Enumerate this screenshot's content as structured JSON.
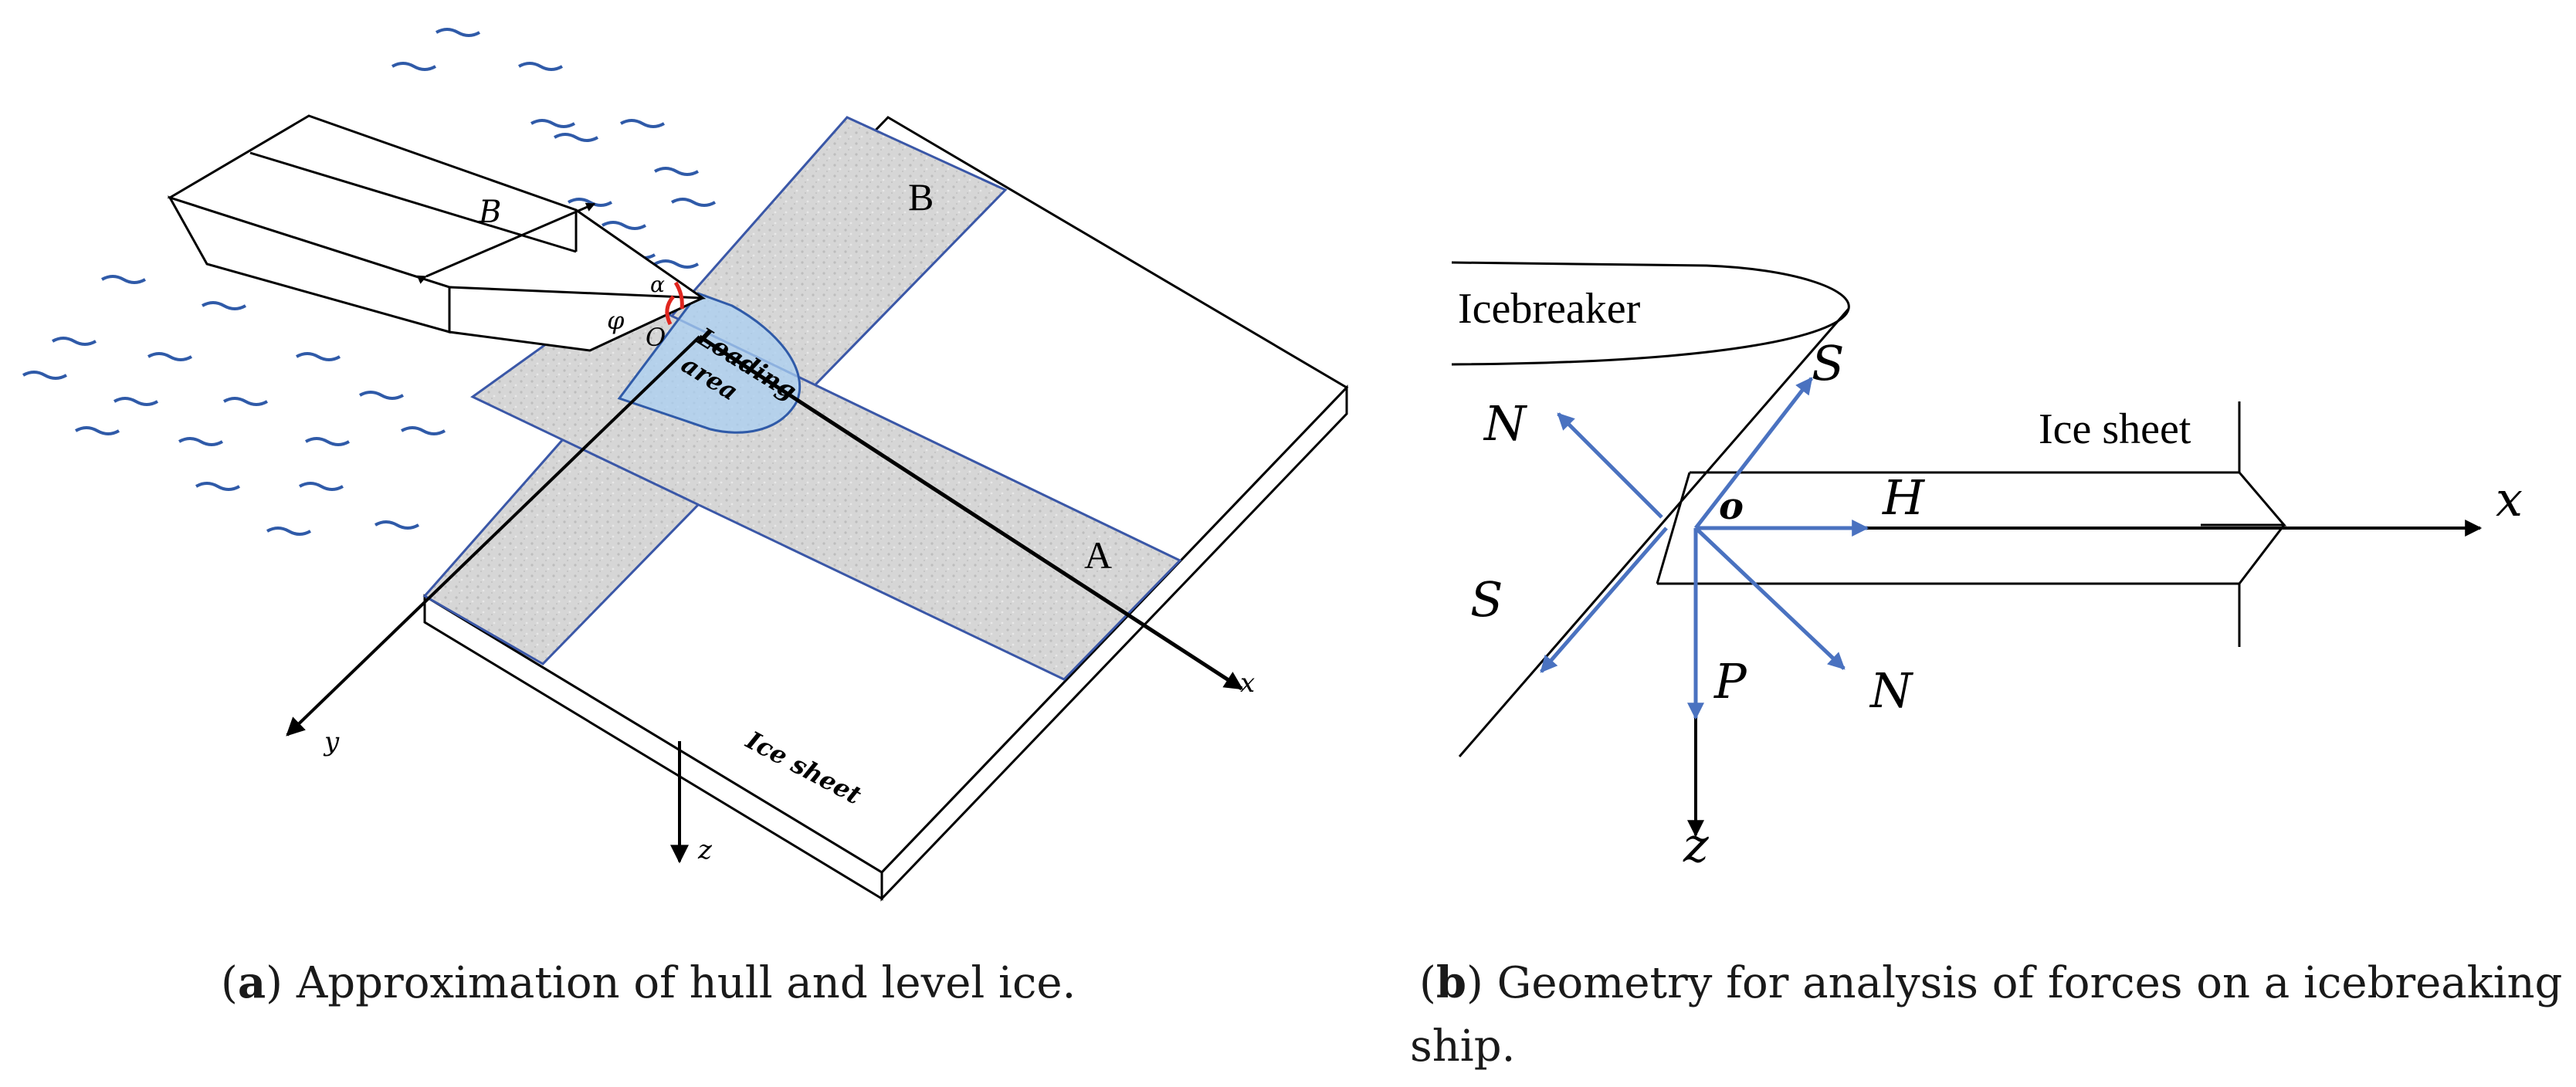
{
  "panel_a": {
    "labels": {
      "B_dim": "B",
      "alpha": "α",
      "phi": "φ",
      "origin": "O",
      "loading": "Loading",
      "area": "area",
      "strip_b": "B",
      "strip_a": "A",
      "axis_x": "x",
      "axis_y": "y",
      "axis_z": "z",
      "ice_sheet": "Ice sheet"
    },
    "caption_letter": "a",
    "caption_text": " Approximation of hull and level ice."
  },
  "panel_b": {
    "labels": {
      "icebreaker": "Icebreaker",
      "ice_sheet": "Ice sheet",
      "S_top": "S",
      "S_bottom": "S",
      "N_top": "N",
      "N_bottom": "N",
      "H": "H",
      "P": "P",
      "o": "o",
      "axis_x": "x",
      "axis_z": "z"
    },
    "caption_letter": "b",
    "caption_line1": " Geometry for analysis of forces on a icebreaking",
    "caption_line2": "ship."
  },
  "colors": {
    "force_arrow": "#4a72c0",
    "ice_strip_fill": "#d9d9d9",
    "ice_strip_edge": "#3a57a7",
    "loading_area": "#a9cff2",
    "waves": "#2f5aa8",
    "angle_marks": "#e0261f"
  }
}
